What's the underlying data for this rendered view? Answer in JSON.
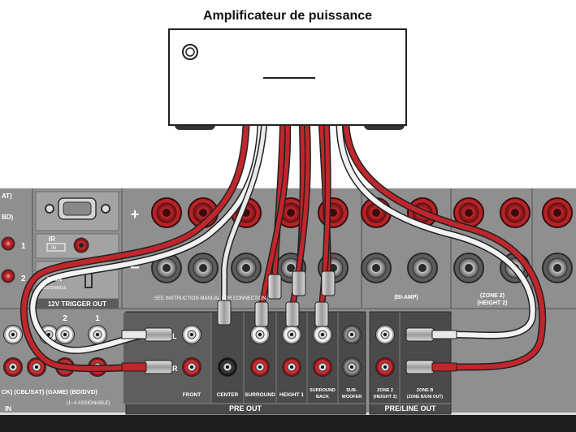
{
  "amplifier": {
    "title": "Amplificateur de puissance"
  },
  "receiver": {
    "speaker_polarity": {
      "plus": "+",
      "minus": "−"
    },
    "left_panel": {
      "sat_label": "AT)",
      "bd_label": "BD)",
      "num_1": "1",
      "num_2": "2",
      "ir_label": "IR",
      "in_label": "IN",
      "main_label": "MAIN",
      "assignable_small": "ASSIGNABLE",
      "trigger_label": "12V TRIGGER OUT"
    },
    "input_panel": {
      "num_2": "2",
      "num_1": "1",
      "bottom_labels": "CK) (CBL/SAT) (GAME) (BD/DVD)",
      "assignable": "(1~4 ASSIGNABLE)",
      "in_label": "IN"
    },
    "speaker_labels": {
      "instruction": "SEE INSTRUCTION MANUAL FOR CONNECTION",
      "bi_amp": "(BI-AMP)",
      "zone2_top": "(ZONE 2)",
      "height2": "(HEIGHT 2)"
    },
    "pre_out": {
      "l_label": "L",
      "r_label": "R",
      "front": "FRONT",
      "center": "CENTER",
      "surround": "SURROUND",
      "height1": "HEIGHT 1",
      "surround_back_1": "SURROUND",
      "surround_back_2": "BACK",
      "subwoofer_1": "SUB-",
      "subwoofer_2": "WOOFER",
      "section": "PRE OUT"
    },
    "pre_line_out": {
      "zone2_1": "ZONE 2",
      "zone2_2": "(HEIGHT 2)",
      "zoneb_1": "ZONE B",
      "zoneb_2": "(ZONE B/UNI OUT)",
      "section": "PRE/LINE OUT"
    }
  },
  "colors": {
    "panel": "#8f8f8f",
    "panel_light": "#a9a9a9",
    "dark_panel": "#4a4a4a",
    "cable_red": "#c0262b",
    "cable_white": "#f2f2f2",
    "jack_red": "#c62a2f",
    "text_white": "#ffffff"
  }
}
